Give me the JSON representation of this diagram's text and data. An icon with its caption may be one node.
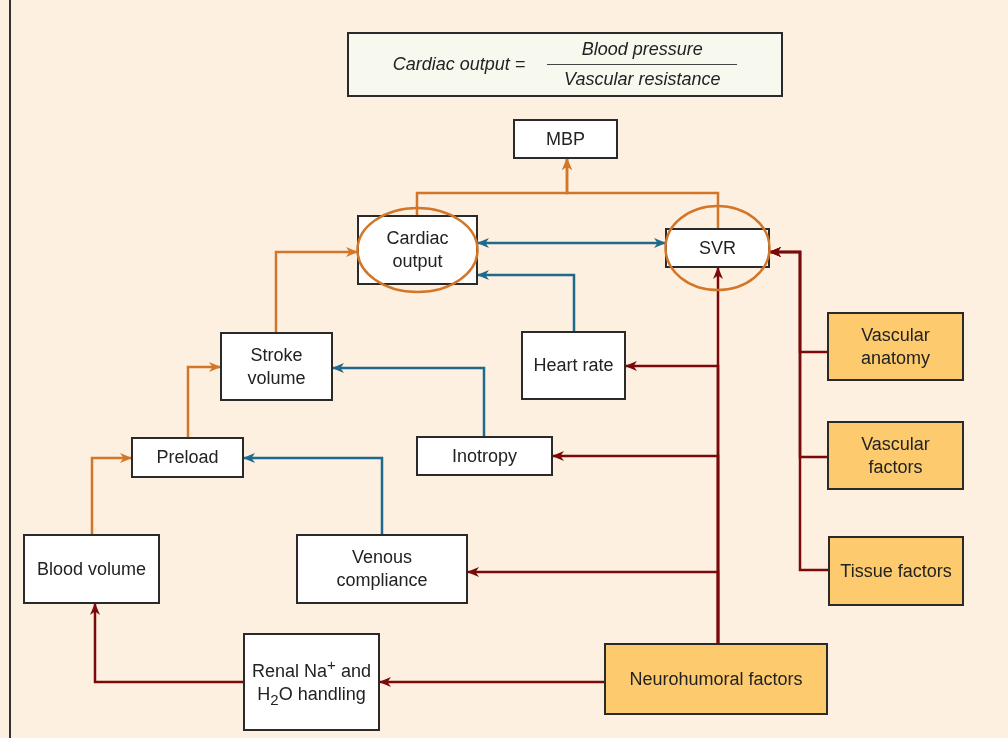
{
  "diagram": {
    "nodes": [
      {
        "text": [
          "Cardiac output =",
          "Blood pressure",
          "Vascular resistance"
        ]
      },
      {
        "text": [
          "MBP"
        ]
      },
      {
        "text": [
          "Cardiac output"
        ]
      },
      {
        "text": [
          "SVR"
        ]
      },
      {
        "text": [
          "Stroke volume"
        ]
      },
      {
        "text": [
          "Heart rate"
        ]
      },
      {
        "text": [
          "Preload"
        ]
      },
      {
        "text": [
          "Inotropy"
        ]
      },
      {
        "text": [
          "Blood volume"
        ]
      },
      {
        "text": [
          "Venous compliance"
        ]
      },
      {
        "text": [
          "Vascular anatomy"
        ]
      },
      {
        "text": [
          "Vascular factors"
        ]
      },
      {
        "text": [
          "Tissue factors"
        ]
      },
      {
        "text": [
          "Renal Na$^{+}$ and H$_{2}$O handling"
        ]
      },
      {
        "text": [
          "Neurohumoral factors"
        ]
      }
    ],
    "edges": [
      {
        "from": 2,
        "to": 1,
        "arrow": "to",
        "color": "#d2762a"
      },
      {
        "from": 3,
        "to": 1,
        "arrow": "to",
        "color": "#d2762a"
      },
      {
        "from": 2,
        "to": 3,
        "arrow": "both",
        "color": "#1f6a8c"
      },
      {
        "from": 5,
        "to": 2,
        "arrow": "to",
        "color": "#1f6a8c"
      },
      {
        "from": 4,
        "to": 2,
        "arrow": "to",
        "color": "#d2762a"
      },
      {
        "from": 6,
        "to": 4,
        "arrow": "to",
        "color": "#d2762a"
      },
      {
        "from": 7,
        "to": 4,
        "arrow": "to",
        "color": "#1f6a8c"
      },
      {
        "from": 8,
        "to": 6,
        "arrow": "to",
        "color": "#d2762a"
      },
      {
        "from": 9,
        "to": 6,
        "arrow": "to",
        "color": "#1f6a8c"
      },
      {
        "from": 14,
        "to": 3,
        "arrow": "to"
      },
      {
        "from": 14,
        "to": 5,
        "arrow": "to"
      },
      {
        "from": 14,
        "to": 7,
        "arrow": "to"
      },
      {
        "from": 14,
        "to": 9,
        "arrow": "to"
      },
      {
        "from": 14,
        "to": 13,
        "arrow": "to"
      },
      {
        "from": 13,
        "to": 8,
        "arrow": "to"
      },
      {
        "from": 10,
        "to": 3,
        "arrow": "to"
      },
      {
        "from": 11,
        "to": 3,
        "arrow": "to"
      },
      {
        "from": 12,
        "to": 3,
        "arrow": "to"
      }
    ]
  }
}
